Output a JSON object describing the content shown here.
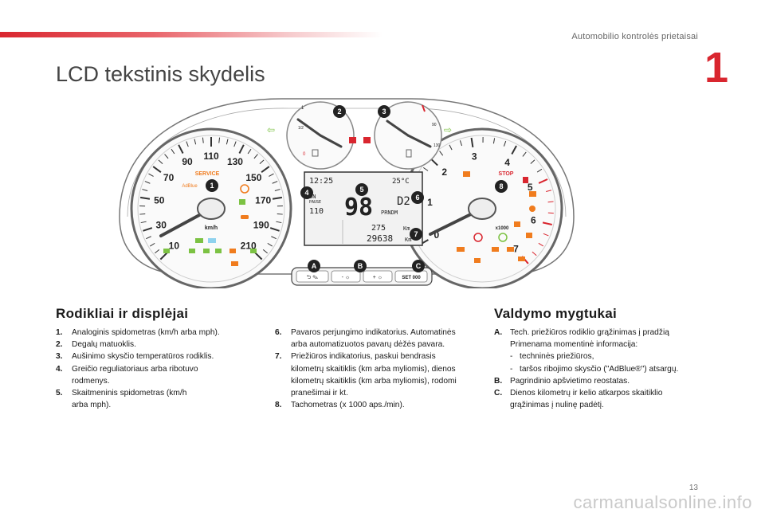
{
  "header": {
    "section": "Automobilio kontrolės prietaisai",
    "chapter": "1"
  },
  "page_title": "LCD tekstinis skydelis",
  "diagram": {
    "speedo_ticks": [
      "10",
      "30",
      "50",
      "70",
      "90",
      "110",
      "130",
      "150",
      "170",
      "190",
      "210"
    ],
    "speedo_unit": "km/h",
    "service_label": "SERVICE",
    "adblue_label": "AdBlue",
    "tacho_ticks": [
      "0",
      "1",
      "2",
      "3",
      "4",
      "5",
      "6",
      "7"
    ],
    "tacho_unit": "x1000",
    "stop_label": "STOP",
    "lcd": {
      "clock": "12:25",
      "temp": "25°C",
      "speed": "98",
      "limit_on": "ON",
      "limit_mode": "PAUSE",
      "limit_value": "110",
      "gear": "D2",
      "gears": "PRNDM",
      "trip": "275",
      "total": "29638",
      "unit": "Km"
    },
    "fuel_marks": [
      "1",
      "0",
      "1/2"
    ],
    "temp_marks": [
      "90",
      "130"
    ],
    "buttons": {
      "service": "⮌ ✎",
      "light_down": "- ☼",
      "light_up": "+ ☼",
      "set": "SET 000"
    },
    "callouts": [
      "1",
      "2",
      "3",
      "4",
      "5",
      "6",
      "7",
      "8",
      "A",
      "B",
      "C"
    ]
  },
  "left_section": {
    "title": "Rodikliai ir displėjai",
    "items": [
      {
        "num": "1.",
        "text": "Analoginis spidometras (km/h arba mph)."
      },
      {
        "num": "2.",
        "text": "Degalų matuoklis."
      },
      {
        "num": "3.",
        "text": "Aušinimo skysčio temperatūros rodiklis."
      },
      {
        "num": "4.",
        "text": "Greičio reguliatoriaus arba ribotuvo rodmenys."
      },
      {
        "num": "5.",
        "text": "Skaitmeninis spidometras (km/h arba mph)."
      }
    ]
  },
  "middle_section": {
    "items": [
      {
        "num": "6.",
        "text": "Pavaros perjungimo indikatorius. Automatinės arba automatizuotos pavarų dėžės pavara."
      },
      {
        "num": "7.",
        "text": "Priežiūros indikatorius, paskui bendrasis kilometrų skaitiklis (km arba myliomis), dienos kilometrų skaitiklis (km arba myliomis), rodomi pranešimai ir kt."
      },
      {
        "num": "8.",
        "text": "Tachometras (x 1000 aps./min)."
      }
    ]
  },
  "right_section": {
    "title": "Valdymo mygtukai",
    "items": [
      {
        "num": "A.",
        "line1": "Tech. priežiūros rodiklio grąžinimas į pradžią",
        "line2": "Primenama momentinė informacija:",
        "subs": [
          "techninės priežiūros,",
          "taršos ribojimo skysčio (\"AdBlue®\") atsargų."
        ]
      },
      {
        "num": "B.",
        "line1": "Pagrindinio apšvietimo reostatas."
      },
      {
        "num": "C.",
        "line1": "Dienos kilometrų ir kelio atkarpos skaitiklio grąžinimas į nulinę padėtį."
      }
    ]
  },
  "page_number": "13",
  "watermark": "carmanualsonline.info",
  "colors": {
    "accent": "#d9262f",
    "warning_orange": "#f07c1e",
    "indicator_green": "#7cc243"
  }
}
